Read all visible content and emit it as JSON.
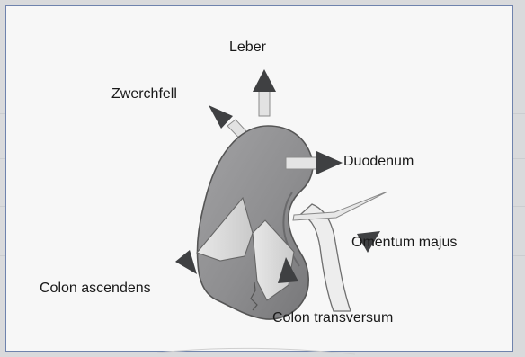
{
  "labels": {
    "leber": "Leber",
    "zwerchfell": "Zwerchfell",
    "duodenum": "Duodenum",
    "omentum_majus": "Omentum majus",
    "colon_ascendens": "Colon ascendens",
    "colon_transversum": "Colon transversum"
  },
  "colors": {
    "frame_border": "#6f83ad",
    "frame_fill": "#f7f7f7",
    "organ_fill": "#8e8e90",
    "organ_outline": "#555555",
    "arrow_fill": "#3f4042",
    "band_fill": "#d7d7d7"
  }
}
